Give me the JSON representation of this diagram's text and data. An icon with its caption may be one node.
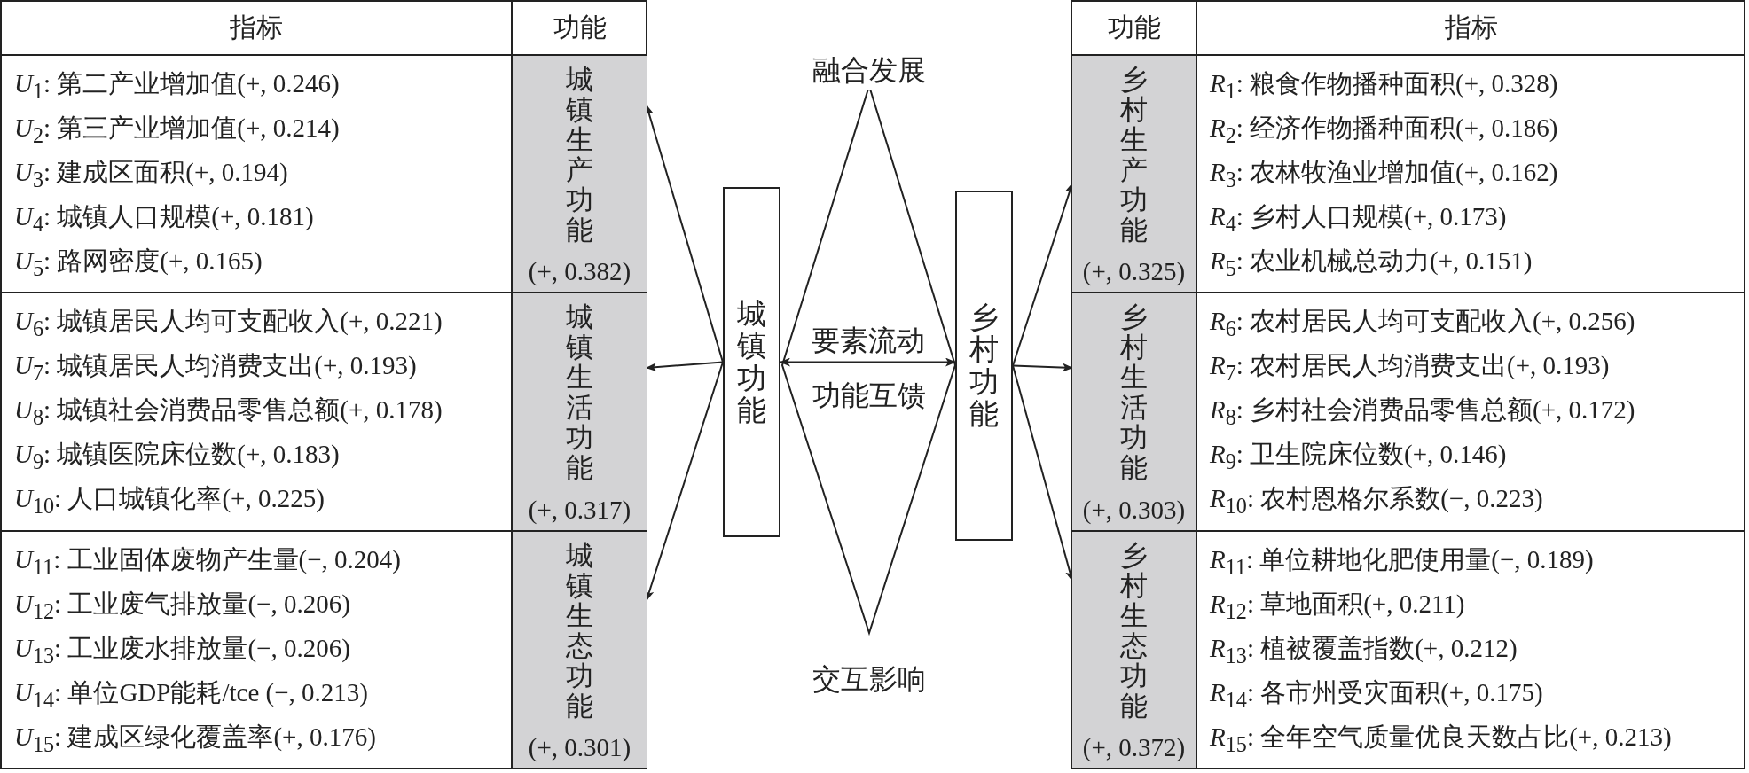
{
  "diagram": {
    "nodes": [
      {
        "text": [
          "城镇生产功能",
          "(+, 0.382)"
        ]
      },
      {
        "text": [
          "城镇生活功能",
          "(+, 0.317)"
        ]
      },
      {
        "text": [
          "城镇生态功能",
          "(+, 0.301)"
        ]
      },
      {
        "text": [
          "城镇功能"
        ]
      },
      {
        "text": [
          "乡村功能"
        ]
      },
      {
        "text": [
          "乡村生产功能",
          "(+, 0.325)"
        ]
      },
      {
        "text": [
          "乡村生活功能",
          "(+, 0.303)"
        ]
      },
      {
        "text": [
          "乡村生态功能",
          "(+, 0.372)"
        ]
      }
    ],
    "edges": [
      {
        "from": 3,
        "to": 0,
        "arrow": "to"
      },
      {
        "from": 3,
        "to": 1,
        "arrow": "to"
      },
      {
        "from": 3,
        "to": 2,
        "arrow": "to"
      },
      {
        "from": 3,
        "to": 4,
        "arrow": "both",
        "label": "要素流动"
      },
      {
        "from": 4,
        "to": 5,
        "arrow": "to"
      },
      {
        "from": 4,
        "to": 6,
        "arrow": "to"
      },
      {
        "from": 4,
        "to": 7,
        "arrow": "to"
      }
    ],
    "labels": [
      "指标",
      "功能",
      "*U*$_{1}$: 第二产业增加值(+, 0.246)",
      "*U*$_{2}$: 第三产业增加值(+, 0.214)",
      "*U*$_{3}$: 建成区面积(+, 0.194)",
      "*U*$_{4}$: 城镇人口规模(+, 0.181)",
      "*U*$_{5}$: 路网密度(+, 0.165)",
      "*U*$_{6}$: 城镇居民人均可支配收入(+, 0.221)",
      "*U*$_{7}$: 城镇居民人均消费支出(+, 0.193)",
      "*U*$_{8}$: 城镇社会消费品零售总额(+, 0.178)",
      "*U*$_{9}$: 城镇医院床位数(+, 0.183)",
      "*U*$_{10}$: 人口城镇化率(+, 0.225)",
      "*U*$_{11}$: 工业固体废物产生量(−, 0.204)",
      "*U*$_{12}$: 工业废气排放量(−, 0.206)",
      "*U*$_{13}$: 工业废水排放量(−, 0.206)",
      "*U*$_{14}$: 单位GDP能耗/tce (−, 0.213)",
      "*U*$_{15}$: 建成区绿化覆盖率(+, 0.176)",
      "融合发展",
      "功能互馈",
      "交互影响",
      "功能",
      "指标",
      "*R*$_{1}$: 粮食作物播种面积(+, 0.328)",
      "*R*$_{2}$: 经济作物播种面积(+, 0.186)",
      "*R*$_{3}$: 农林牧渔业增加值(+, 0.162)",
      "*R*$_{4}$: 乡村人口规模(+, 0.173)",
      "*R*$_{5}$: 农业机械总动力(+, 0.151)",
      "*R*$_{6}$: 农村居民人均可支配收入(+, 0.256)",
      "*R*$_{7}$: 农村居民人均消费支出(+, 0.193)",
      "*R*$_{8}$: 乡村社会消费品零售总额(+, 0.172)",
      "*R*$_{9}$: 卫生院床位数(+, 0.146)",
      "*R*$_{10}$: 农村恩格尔系数(−, 0.223)",
      "*R*$_{11}$: 单位耕地化肥使用量(−, 0.189)",
      "*R*$_{12}$: 草地面积(+, 0.211)",
      "*R*$_{13}$: 植被覆盖指数(+, 0.212)",
      "*R*$_{14}$: 各市州受灾面积(+, 0.175)",
      "*R*$_{15}$: 全年空气质量优良天数占比(+, 0.213)"
    ]
  }
}
